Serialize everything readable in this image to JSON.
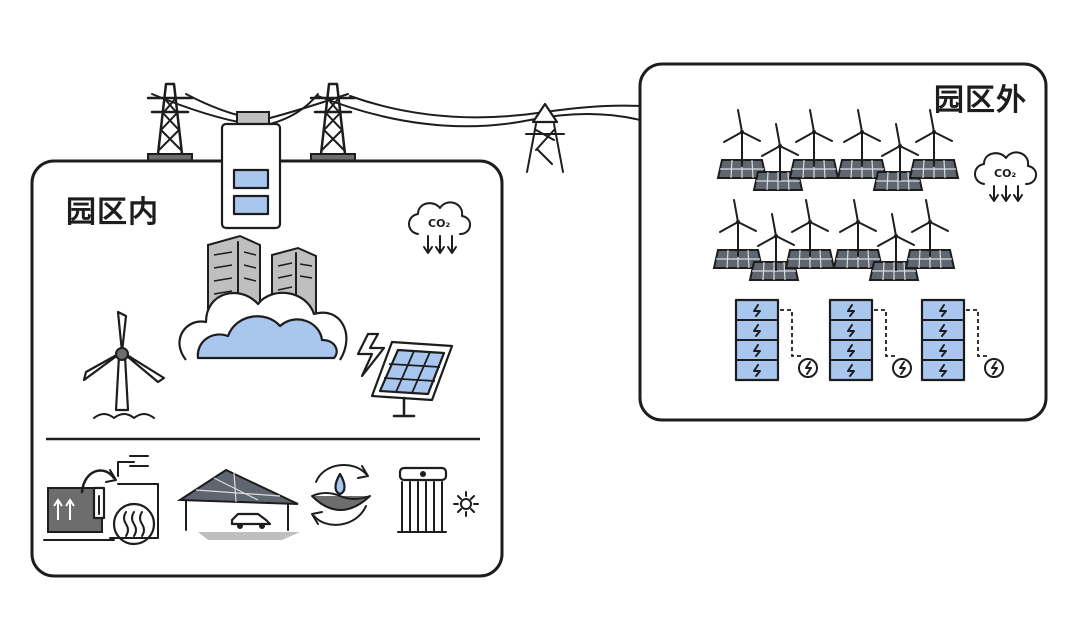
{
  "inside_park": {
    "label": "园区内"
  },
  "outside_park": {
    "label": "园区外"
  },
  "co2": {
    "text": "CO₂"
  },
  "colors": {
    "accent_blue": "#a9c6ef",
    "ink": "#1d1d1d",
    "gray": "#bfbfbf"
  },
  "icons": [
    "transmission-tower-icon",
    "battery-storage-icon",
    "data-center-icon",
    "cloud-icon",
    "wind-turbine-icon",
    "solar-panel-icon",
    "lightning-icon",
    "co2-reduction-icon",
    "waste-heat-recovery-icon",
    "solar-carport-icon",
    "water-cycle-icon",
    "solar-water-heater-icon",
    "battery-rack-icon",
    "power-plug-icon"
  ]
}
